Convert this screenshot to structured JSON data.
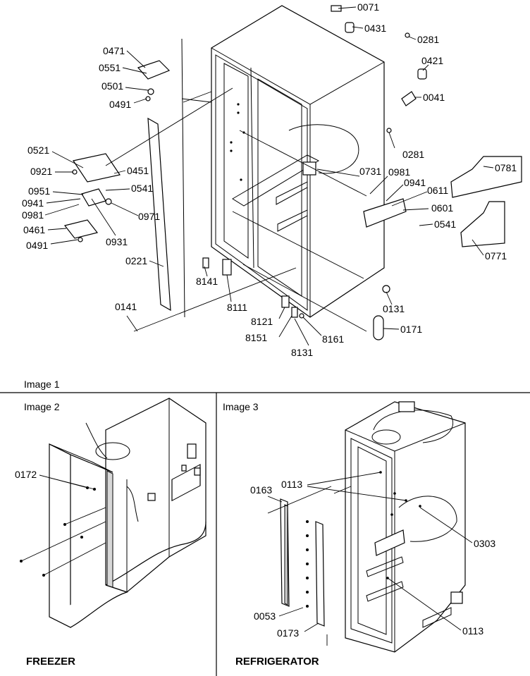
{
  "image1": {
    "caption": "Image 1",
    "callouts": {
      "c0071": "0071",
      "c0431": "0431",
      "c0281a": "0281",
      "c0421": "0421",
      "c0041": "0041",
      "c0281b": "0281",
      "c0781": "0781",
      "c0731": "0731",
      "c0981a": "0981",
      "c0941a": "0941",
      "c0611": "0611",
      "c0601": "0601",
      "c0541a": "0541",
      "c0771": "0771",
      "c0471": "0471",
      "c0551": "0551",
      "c0501": "0501",
      "c0491a": "0491",
      "c0521": "0521",
      "c0921": "0921",
      "c0451": "0451",
      "c0541b": "0541",
      "c0951": "0951",
      "c0941b": "0941",
      "c0981b": "0981",
      "c0971": "0971",
      "c0461": "0461",
      "c0931": "0931",
      "c0491b": "0491",
      "c0221": "0221",
      "c8141": "8141",
      "c8111": "8111",
      "c0141": "0141",
      "c8121": "8121",
      "c8151": "8151",
      "c0131": "0131",
      "c0171": "0171",
      "c8161": "8161",
      "c8131": "8131"
    }
  },
  "image2": {
    "caption": "Image 2",
    "section_label": "FREEZER",
    "callouts": {
      "c0172": "0172"
    }
  },
  "image3": {
    "caption": "Image 3",
    "section_label": "REFRIGERATOR",
    "callouts": {
      "c0113a": "0113",
      "c0163": "0163",
      "c0303": "0303",
      "c0053": "0053",
      "c0173": "0173",
      "c0113b": "0113"
    }
  }
}
